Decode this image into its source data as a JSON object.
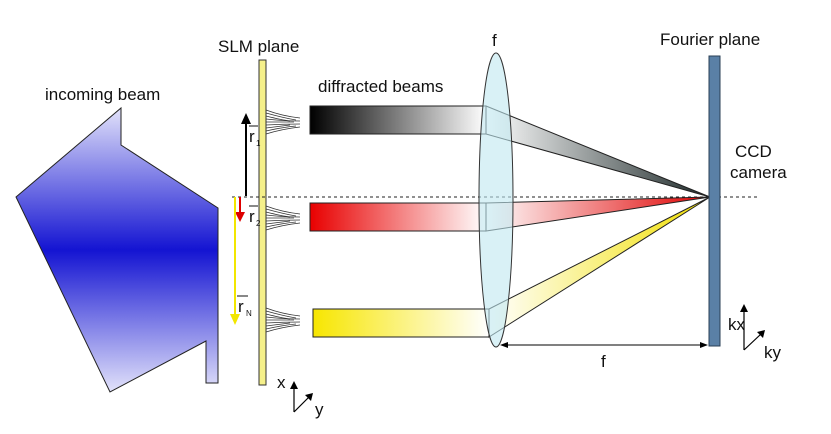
{
  "labels": {
    "slm_plane": "SLM plane",
    "incoming_beam": "incoming beam",
    "diffracted_beams": "diffracted beams",
    "lens_focal": "f",
    "fourier_plane": "Fourier plane",
    "ccd_line1": "CCD",
    "ccd_line2": "camera",
    "distance_f": "f"
  },
  "vectors": {
    "r1": {
      "main": "r",
      "sub": "1"
    },
    "r2": {
      "main": "r",
      "sub": "2"
    },
    "rN": {
      "main": "r",
      "sub": "N"
    }
  },
  "axes": {
    "slm_x": "x",
    "slm_y": "y",
    "fourier_kx": "kx",
    "fourier_ky": "ky"
  },
  "colors": {
    "incoming_beam_dark": "#1a1ad6",
    "incoming_beam_light": "#c8c8f4",
    "slm_plate": "#f5f08a",
    "beam_1": "#000000",
    "beam_2": "#ee0000",
    "beam_N": "#f7e600",
    "lens": "#bfe8f0",
    "fourier_plate": "#5a80a6",
    "arrow_r1": "#000000",
    "arrow_r2": "#dd0000",
    "arrow_rN": "#f2e600"
  }
}
